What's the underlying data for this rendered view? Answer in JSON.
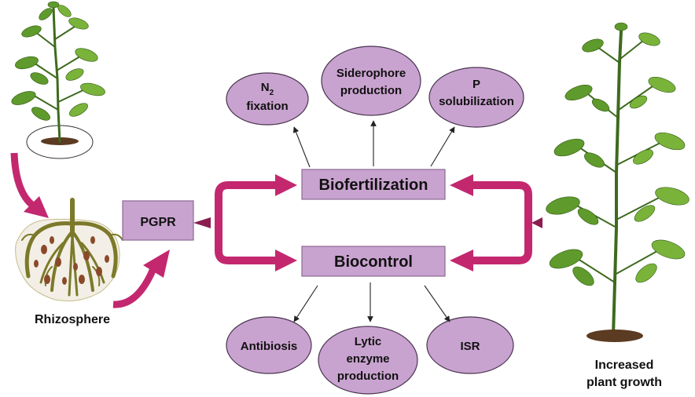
{
  "nodes": {
    "n2_main": "N",
    "n2_sub": "2",
    "n2_fixation": "fixation",
    "siderophore_line1": "Siderophore",
    "siderophore_line2": "production",
    "p_line1": "P",
    "p_line2": "solubilization",
    "biofertilization": "Biofertilization",
    "biocontrol": "Biocontrol",
    "pgpr": "PGPR",
    "antibiosis": "Antibiosis",
    "lytic_line1": "Lytic",
    "lytic_line2": "enzyme",
    "lytic_line3": "production",
    "isr": "ISR"
  },
  "captions": {
    "rhizosphere": "Rhizosphere",
    "increased_line1": "Increased",
    "increased_line2": "plant growth"
  },
  "colors": {
    "node_fill": "#c9a3cf",
    "arrow_magenta": "#c3286f",
    "leaf_green": "#5f9a2c",
    "root_olive": "#7c7a2a"
  }
}
